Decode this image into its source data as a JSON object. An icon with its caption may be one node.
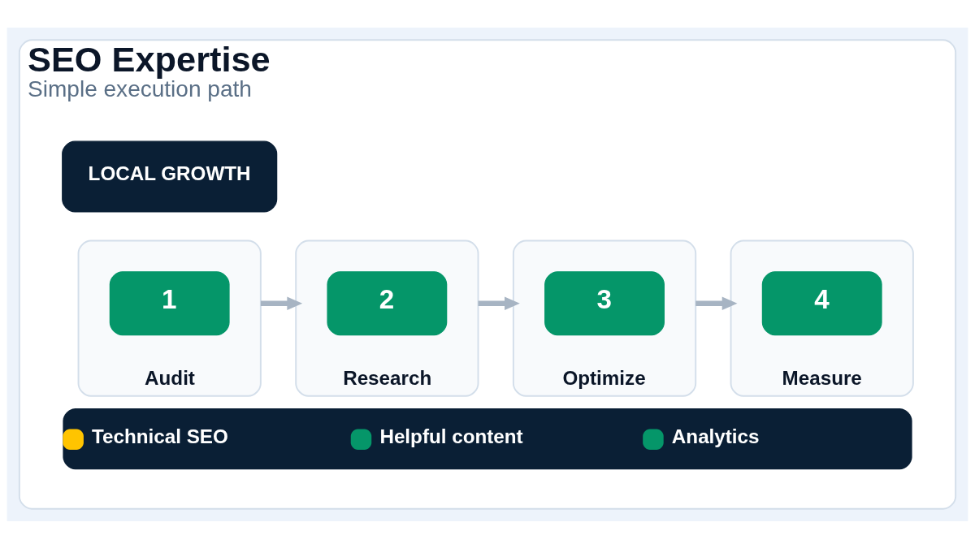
{
  "diagram": {
    "nodes": [
      {
        "text": [
          "SEO Expertise",
          "Simple execution path"
        ]
      },
      {
        "text": [
          "LOCAL GROWTH"
        ],
        "in": 0
      },
      {
        "text": [
          "Audit"
        ],
        "in": 0
      },
      {
        "text": [
          "1"
        ],
        "in": 2
      },
      {
        "text": [
          "Research"
        ],
        "in": 0
      },
      {
        "text": [
          "2"
        ],
        "in": 4
      },
      {
        "text": [
          "Optimize"
        ],
        "in": 0
      },
      {
        "text": [
          "3"
        ],
        "in": 6
      },
      {
        "text": [
          "Measure"
        ],
        "in": 0
      },
      {
        "text": [
          "4"
        ],
        "in": 8
      }
    ],
    "edges": [
      {
        "from": 2,
        "to": 4,
        "arrow": "to"
      },
      {
        "from": 4,
        "to": 6,
        "arrow": "to"
      },
      {
        "from": 6,
        "to": 8,
        "arrow": "to"
      }
    ],
    "legend": [
      {
        "text": "Technical SEO",
        "color": "#ffc400"
      },
      {
        "text": "Helpful content",
        "color": "#059669"
      },
      {
        "text": "Analytics",
        "color": "#059669"
      }
    ]
  }
}
